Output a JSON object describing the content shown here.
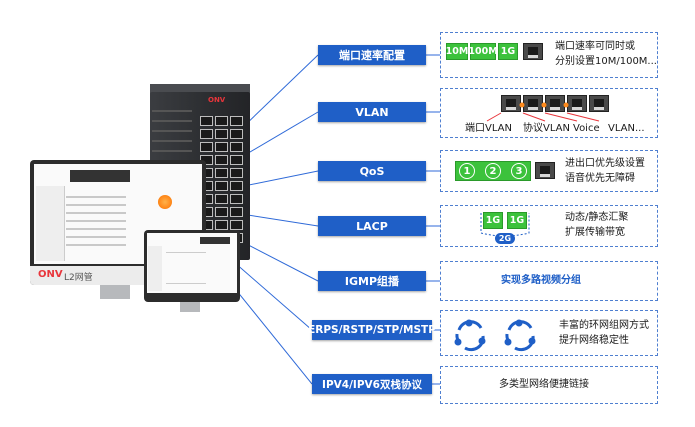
{
  "features": [
    {
      "label": "端口速率配置",
      "desc": [
        "端口速率可同时或",
        "分别设置10M/100M..."
      ]
    },
    {
      "label": "VLAN",
      "desc": [
        "端口VLAN",
        "协议VLAN",
        "Voice",
        "VLAN..."
      ]
    },
    {
      "label": "QoS",
      "desc": [
        "进出口优先级设置",
        "语音优先无障碍"
      ]
    },
    {
      "label": "LACP",
      "desc": [
        "动态/静态汇聚",
        "扩展传输带宽"
      ]
    },
    {
      "label": "IGMP组播",
      "desc": [
        "实现多路视频分组"
      ]
    },
    {
      "label": "ERPS/RSTP/STP/MSTP",
      "desc": [
        "丰富的环网组网方式",
        "提升网络稳定性"
      ]
    },
    {
      "label": "IPV4/IPV6双栈协议",
      "desc": [
        "多类型网络便捷链接"
      ]
    }
  ],
  "speed_chips": [
    "10M",
    "100M",
    "1G"
  ],
  "qos_numbers": [
    "1",
    "2",
    "3"
  ],
  "lacp": {
    "chips": [
      "1G",
      "1G"
    ],
    "aggregate": "2G"
  },
  "monitor": {
    "brand": "ONV",
    "product": "L2网管"
  },
  "colors": {
    "label_bg": "#1f5fc7",
    "chip_green": "#3cc23c",
    "box_border": "#4f7fd0",
    "hub_orange": "#ff8a1c"
  },
  "icons": [
    "ethernet-port-icon",
    "ring-network-icon",
    "hub-node-icon"
  ]
}
